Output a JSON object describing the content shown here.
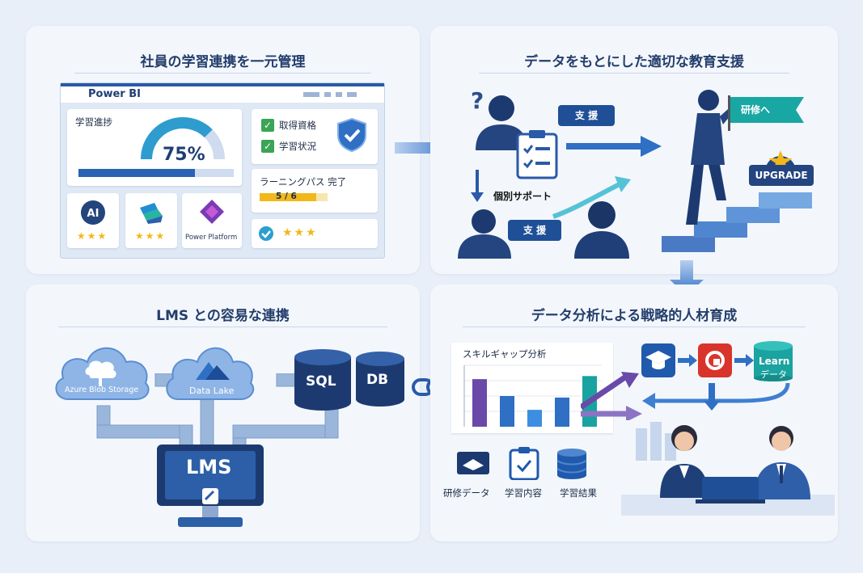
{
  "panels": {
    "top_left": {
      "title": "社員の学習連携を一元管理",
      "app_title": "Power BI",
      "progress_label": "学習進捗",
      "progress_value": "75%",
      "progress_fraction": 0.75,
      "checks": [
        "取得資格",
        "学習状況"
      ],
      "learning_path_label": "ラーニングパス 完了",
      "learning_path_count": "5 / 6",
      "learning_path_fraction": 0.83,
      "badges": [
        {
          "label": "AI",
          "icon": "ai-badge-icon",
          "stars": "★★★"
        },
        {
          "label": "",
          "icon": "dynamics-icon",
          "stars": "★★★"
        },
        {
          "label": "Power Platform",
          "icon": "power-platform-icon",
          "stars": ""
        }
      ],
      "check_stars": "★★★"
    },
    "top_right": {
      "title": "データをもとにした適切な教育支援",
      "support_label": "支 援",
      "individual_support": "個別サポート",
      "support_label_2": "支 援",
      "to_training": "研修へ",
      "upgrade": "UPGRADE",
      "question_mark": "?"
    },
    "bottom_left": {
      "title": "LMS との容易な連携",
      "azure_blob": "Azure Blob Storage",
      "data_lake": "Data Lake",
      "sql": "SQL",
      "db": "DB",
      "lms": "LMS"
    },
    "bottom_right": {
      "title": "データ分析による戦略的人材育成",
      "skill_gap": "スキルギャップ分析",
      "learn_line1": "Learn",
      "learn_line2": "データ",
      "items": [
        "研修データ",
        "学習内容",
        "学習結果"
      ]
    }
  },
  "colors": {
    "navy": "#1f3f73",
    "blue": "#2f6fc4",
    "teal": "#18a3a0",
    "purple": "#6a4aa8",
    "gold": "#f2b81b",
    "green": "#3aa457"
  },
  "chart_data": {
    "type": "bar",
    "title": "スキルギャップ分析",
    "categories": [
      "",
      "",
      "",
      "",
      ""
    ],
    "values": [
      62,
      40,
      22,
      38,
      66
    ],
    "ylim": [
      0,
      80
    ],
    "grid": true
  }
}
